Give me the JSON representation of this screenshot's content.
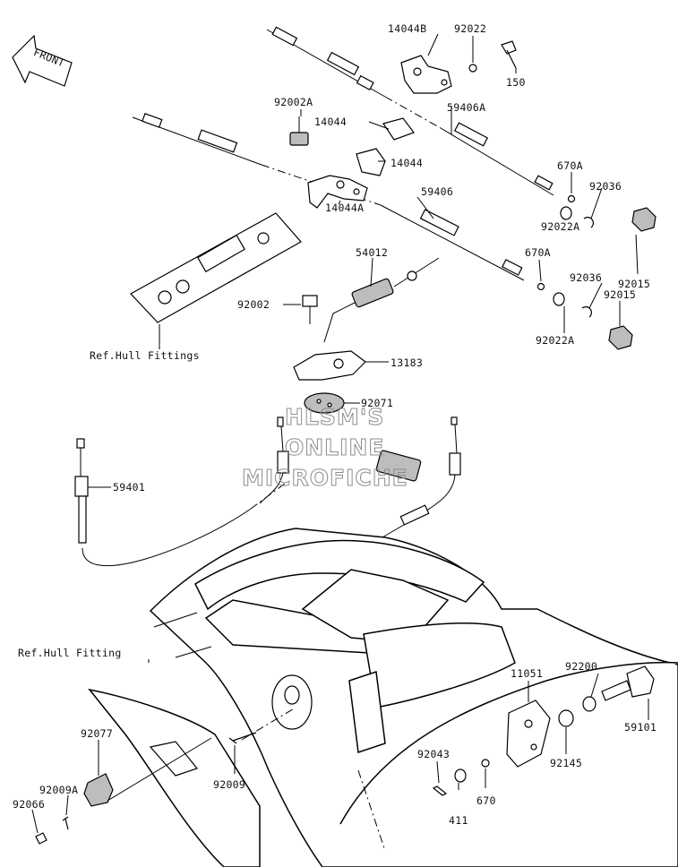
{
  "diagram": {
    "front_indicator": "FRONT",
    "watermark": [
      "HLSM'S",
      "ONLINE",
      "MICROFICHE"
    ],
    "references": {
      "hull_fittings": "Ref.Hull Fittings",
      "hull_fitting": "Ref.Hull Fitting"
    },
    "part_labels": {
      "p14044B": "14044B",
      "p92022": "92022",
      "p150": "150",
      "p92002A": "92002A",
      "p14044_a": "14044",
      "p59406A": "59406A",
      "p14044_b": "14044",
      "p670A_a": "670A",
      "p92036_a": "92036",
      "p59406": "59406",
      "p14044A": "14044A",
      "p54012": "54012",
      "p670A_b": "670A",
      "p92022A_a": "92022A",
      "p92036_b": "92036",
      "p92015_a": "92015",
      "p92015_b": "92015",
      "p92002": "92002",
      "p92022A_b": "92022A",
      "p13183": "13183",
      "p92071": "92071",
      "p59401": "59401",
      "p11051": "11051",
      "p92200": "92200",
      "p59101": "59101",
      "p92145": "92145",
      "p92077": "92077",
      "p92043": "92043",
      "p92009": "92009",
      "p92009A": "92009A",
      "p670": "670",
      "p411": "411",
      "p92066": "92066"
    }
  }
}
